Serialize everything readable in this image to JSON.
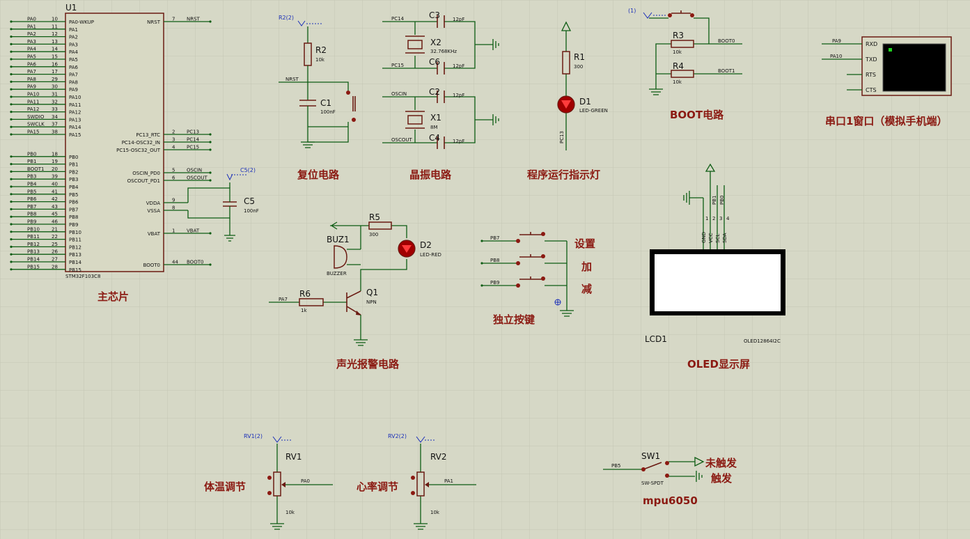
{
  "mcu": {
    "ref": "U1",
    "part": "STM32F103C8",
    "left_pins": [
      {
        "net": "PA0",
        "num": "10",
        "name": "PA0-WKUP"
      },
      {
        "net": "PA1",
        "num": "11",
        "name": "PA1"
      },
      {
        "net": "PA2",
        "num": "12",
        "name": "PA2"
      },
      {
        "net": "PA3",
        "num": "13",
        "name": "PA3"
      },
      {
        "net": "PA4",
        "num": "14",
        "name": "PA4"
      },
      {
        "net": "PA5",
        "num": "15",
        "name": "PA5"
      },
      {
        "net": "PA6",
        "num": "16",
        "name": "PA6"
      },
      {
        "net": "PA7",
        "num": "17",
        "name": "PA7"
      },
      {
        "net": "PA8",
        "num": "29",
        "name": "PA8"
      },
      {
        "net": "PA9",
        "num": "30",
        "name": "PA9"
      },
      {
        "net": "PA10",
        "num": "31",
        "name": "PA10"
      },
      {
        "net": "PA11",
        "num": "32",
        "name": "PA11"
      },
      {
        "net": "PA12",
        "num": "33",
        "name": "PA12"
      },
      {
        "net": "SWDIO",
        "num": "34",
        "name": "PA13"
      },
      {
        "net": "SWCLK",
        "num": "37",
        "name": "PA14"
      },
      {
        "net": "PA15",
        "num": "38",
        "name": "PA15"
      },
      {
        "net": "PB0",
        "num": "18",
        "name": "PB0"
      },
      {
        "net": "PB1",
        "num": "19",
        "name": "PB1"
      },
      {
        "net": "BOOT1",
        "num": "20",
        "name": "PB2"
      },
      {
        "net": "PB3",
        "num": "39",
        "name": "PB3"
      },
      {
        "net": "PB4",
        "num": "40",
        "name": "PB4"
      },
      {
        "net": "PB5",
        "num": "41",
        "name": "PB5"
      },
      {
        "net": "PB6",
        "num": "42",
        "name": "PB6"
      },
      {
        "net": "PB7",
        "num": "43",
        "name": "PB7"
      },
      {
        "net": "PB8",
        "num": "45",
        "name": "PB8"
      },
      {
        "net": "PB9",
        "num": "46",
        "name": "PB9"
      },
      {
        "net": "PB10",
        "num": "21",
        "name": "PB10"
      },
      {
        "net": "PB11",
        "num": "22",
        "name": "PB11"
      },
      {
        "net": "PB12",
        "num": "25",
        "name": "PB12"
      },
      {
        "net": "PB13",
        "num": "26",
        "name": "PB13"
      },
      {
        "net": "PB14",
        "num": "27",
        "name": "PB14"
      },
      {
        "net": "PB15",
        "num": "28",
        "name": "PB15"
      }
    ],
    "right_pins": [
      {
        "name": "NRST",
        "num": "7",
        "net": "NRST"
      },
      {
        "name": "PC13_RTC",
        "num": "2",
        "net": "PC13"
      },
      {
        "name": "PC14-OSC32_IN",
        "num": "3",
        "net": "PC14"
      },
      {
        "name": "PC15-OSC32_OUT",
        "num": "4",
        "net": "PC15"
      },
      {
        "name": "OSCIN_PD0",
        "num": "5",
        "net": "OSCIN"
      },
      {
        "name": "OSCOUT_PD1",
        "num": "6",
        "net": "OSCOUT"
      },
      {
        "name": "VDDA",
        "num": "9",
        "net": ""
      },
      {
        "name": "VSSA",
        "num": "8",
        "net": ""
      },
      {
        "name": "VBAT",
        "num": "1",
        "net": "VBAT"
      },
      {
        "name": "BOOT0",
        "num": "44",
        "net": "BOOT0"
      }
    ],
    "c5": {
      "ref": "C5",
      "value": "100nF",
      "probe": "C5(2)"
    },
    "caption": "主芯片"
  },
  "reset": {
    "probe": "R2(2)",
    "r_ref": "R2",
    "r_val": "10k",
    "net": "NRST",
    "c_ref": "C1",
    "c_val": "100nF",
    "caption": "复位电路"
  },
  "crystal": {
    "net1": "PC14",
    "net2": "PC15",
    "net3": "OSCIN",
    "net4": "OSCOUT",
    "c3": "C3",
    "c6": "C6",
    "c2": "C2",
    "c4": "C4",
    "cap_val": "12pF",
    "x2": "X2",
    "x2_val": "32.768KHz",
    "x1": "X1",
    "x1_val": "8M",
    "caption": "晶振电路"
  },
  "run_led": {
    "r_ref": "R1",
    "r_val": "300",
    "d_ref": "D1",
    "d_val": "LED-GREEN",
    "net": "PC13",
    "caption": "程序运行指示灯"
  },
  "boot": {
    "probe": "(1)",
    "r3": "R3",
    "r3_val": "10k",
    "r4": "R4",
    "r4_val": "10k",
    "net0": "BOOT0",
    "net1": "BOOT1",
    "caption": "BOOT电路"
  },
  "uart": {
    "net_rx": "PA9",
    "net_tx": "PA10",
    "pins": [
      "RXD",
      "TXD",
      "RTS",
      "CTS"
    ],
    "caption": "串口1窗口（模拟手机端）"
  },
  "alarm": {
    "r5": "R5",
    "r5_val": "300",
    "buz": "BUZ1",
    "buz_val": "BUZZER",
    "d2": "D2",
    "d2_val": "LED-RED",
    "net": "PA7",
    "r6": "R6",
    "r6_val": "1k",
    "q1": "Q1",
    "q1_val": "NPN",
    "caption": "声光报警电路"
  },
  "keys": {
    "nets": [
      "PB7",
      "PB8",
      "PB9"
    ],
    "labels": [
      "设置",
      "加",
      "减"
    ],
    "caption": "独立按键"
  },
  "oled": {
    "pins": [
      "GND",
      "VCC",
      "SCL",
      "SDA"
    ],
    "pin_nums": [
      "1",
      "2",
      "3",
      "4"
    ],
    "nets": [
      "PB1",
      "PB0"
    ],
    "ref": "LCD1",
    "part": "OLED12864I2C",
    "caption": "OLED显示屏"
  },
  "rv1": {
    "probe": "RV1(2)",
    "ref": "RV1",
    "val": "10k",
    "net": "PA0",
    "caption": "体温调节"
  },
  "rv2": {
    "probe": "RV2(2)",
    "ref": "RV2",
    "val": "10k",
    "net": "PA1",
    "caption": "心率调节"
  },
  "sw1": {
    "ref": "SW1",
    "part": "SW-SPDT",
    "net": "PB5",
    "label_top": "未触发",
    "label_bottom": "触发",
    "caption": "mpu6050"
  },
  "colors": {
    "background": "#d6d8c6",
    "wire": "#0d5c13",
    "component": "#6a1a12",
    "caption": "#8b1a12",
    "probe": "#1b2fb8",
    "led_red": "#c00000"
  }
}
